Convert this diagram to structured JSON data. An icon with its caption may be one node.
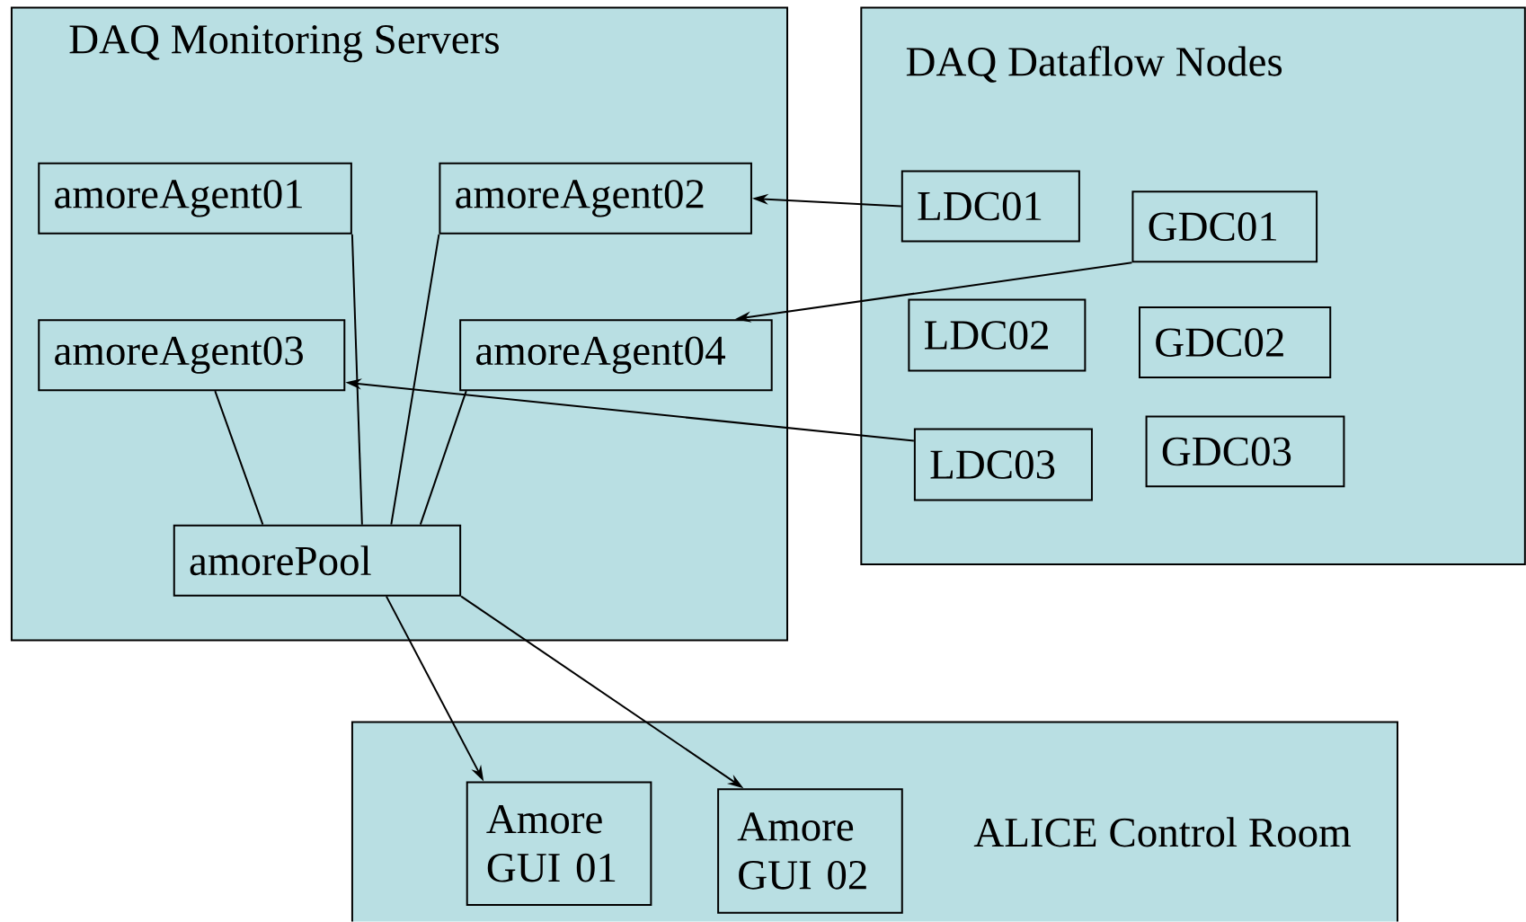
{
  "diagram": {
    "nodes": [
      {
        "text": [
          "DAQ Monitoring Servers"
        ]
      },
      {
        "text": [
          "amoreAgent01"
        ],
        "in": 0
      },
      {
        "text": [
          "amoreAgent02"
        ],
        "in": 0
      },
      {
        "text": [
          "amoreAgent03"
        ],
        "in": 0
      },
      {
        "text": [
          "amoreAgent04"
        ],
        "in": 0
      },
      {
        "text": [
          "amorePool"
        ],
        "in": 0
      },
      {
        "text": [
          "DAQ Dataflow Nodes"
        ]
      },
      {
        "text": [
          "LDC01"
        ],
        "in": 6
      },
      {
        "text": [
          "GDC01"
        ],
        "in": 6
      },
      {
        "text": [
          "LDC02"
        ],
        "in": 6
      },
      {
        "text": [
          "GDC02"
        ],
        "in": 6
      },
      {
        "text": [
          "LDC03"
        ],
        "in": 6
      },
      {
        "text": [
          "GDC03"
        ],
        "in": 6
      },
      {
        "text": [
          "ALICE Control Room"
        ]
      },
      {
        "text": [
          "Amore GUI 01"
        ],
        "in": 13
      },
      {
        "text": [
          "Amore GUI 02"
        ],
        "in": 13
      }
    ],
    "edges": [
      {
        "from": 1,
        "to": 5,
        "arrow": "none"
      },
      {
        "from": 2,
        "to": 5,
        "arrow": "none"
      },
      {
        "from": 3,
        "to": 5,
        "arrow": "none"
      },
      {
        "from": 4,
        "to": 5,
        "arrow": "none"
      },
      {
        "from": 7,
        "to": 2,
        "arrow": "to"
      },
      {
        "from": 8,
        "to": 4,
        "arrow": "to"
      },
      {
        "from": 11,
        "to": 3,
        "arrow": "to"
      },
      {
        "from": 5,
        "to": 14,
        "arrow": "to"
      },
      {
        "from": 5,
        "to": 15,
        "arrow": "to"
      }
    ]
  }
}
